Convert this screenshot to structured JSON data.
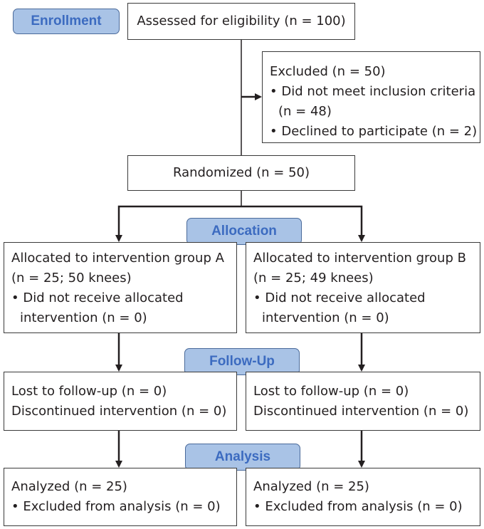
{
  "stages": {
    "enrollment": "Enrollment",
    "allocation": "Allocation",
    "follow_up": "Follow-Up",
    "analysis": "Analysis"
  },
  "assessed": "Assessed for eligibility (n = 100)",
  "excluded": {
    "title": "Excluded (n = 50)",
    "reason1_line1": "Did not meet inclusion criteria",
    "reason1_line2": "(n = 48)",
    "reason2": "Declined to participate (n = 2)"
  },
  "randomized": "Randomized (n = 50)",
  "group_a": {
    "allocated_line1": "Allocated to intervention group A",
    "allocated_line2": "(n = 25; 50 knees)",
    "not_received_line1": "Did not receive allocated",
    "not_received_line2": "intervention (n = 0)",
    "lost": "Lost to follow-up (n = 0)",
    "discontinued": "Discontinued intervention (n = 0)",
    "analyzed": "Analyzed (n = 25)",
    "excluded_analysis": "Excluded from analysis (n = 0)"
  },
  "group_b": {
    "allocated_line1": "Allocated to intervention group B",
    "allocated_line2": "(n = 25; 49 knees)",
    "not_received_line1": "Did not receive allocated",
    "not_received_line2": "intervention (n = 0)",
    "lost": "Lost to follow-up (n = 0)",
    "discontinued": "Discontinued intervention (n = 0)",
    "analyzed": "Analyzed (n = 25)",
    "excluded_analysis": "Excluded from analysis (n = 0)"
  }
}
